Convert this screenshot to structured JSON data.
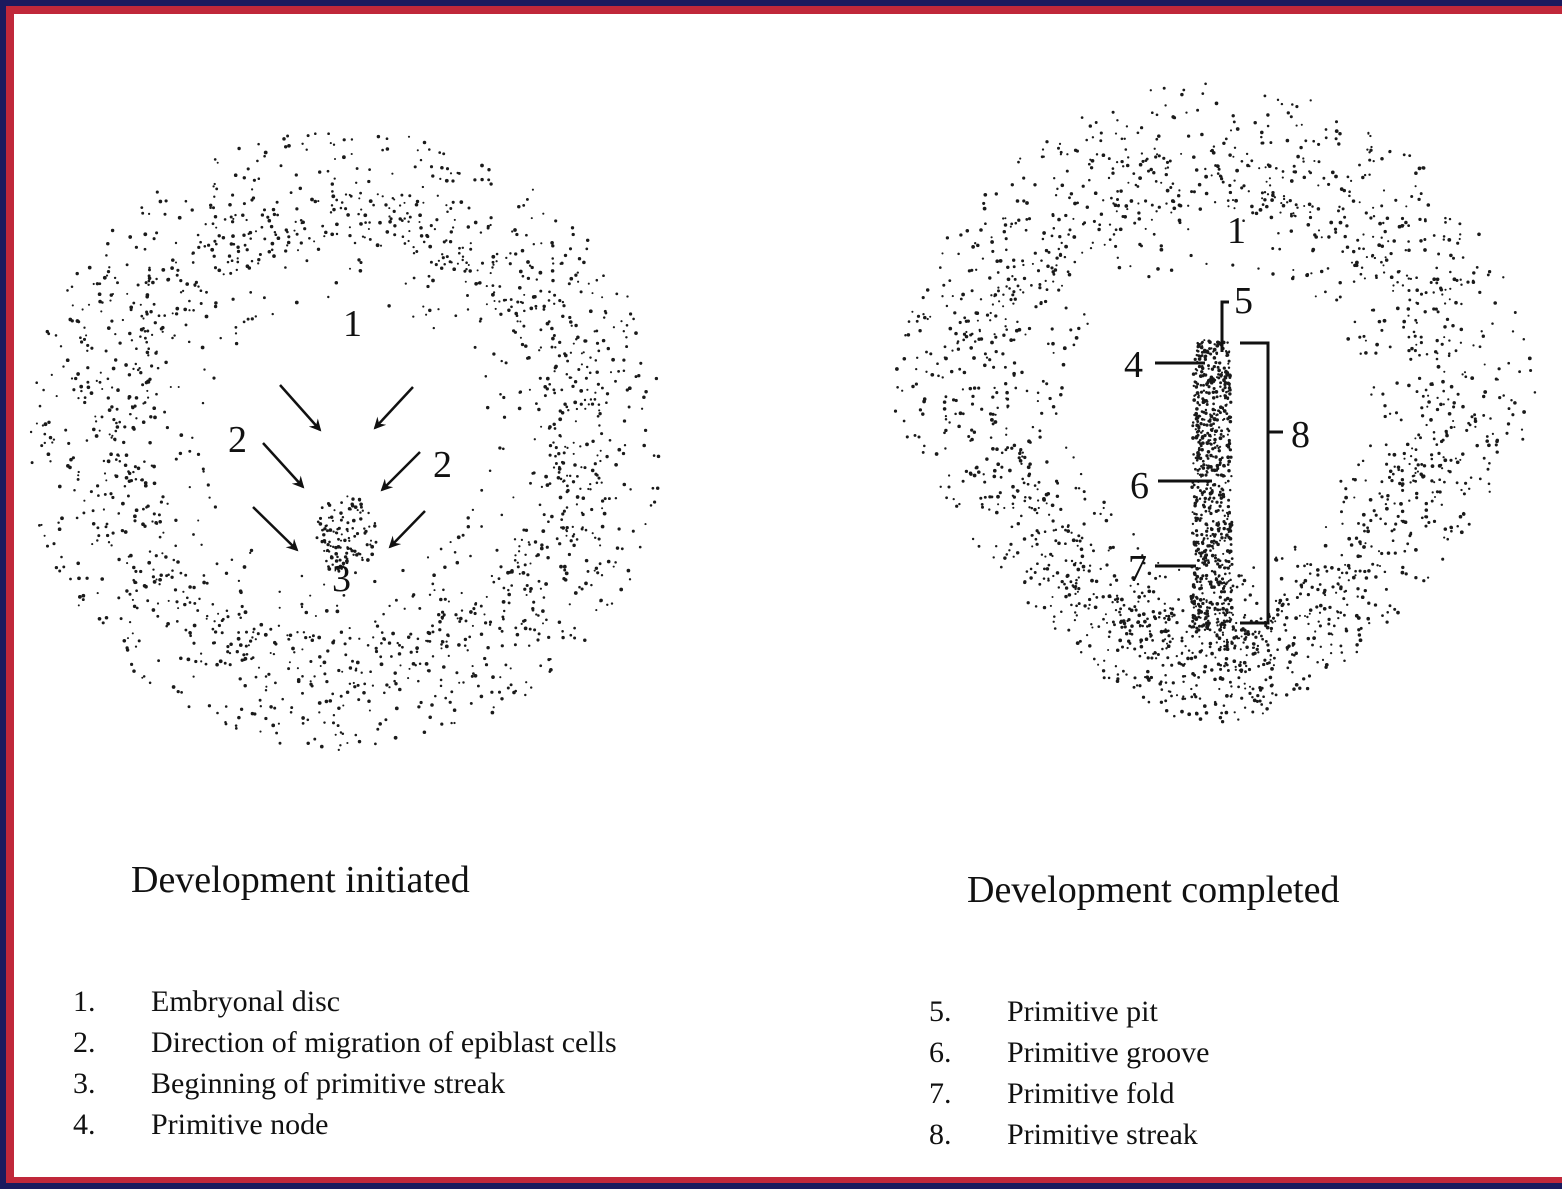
{
  "left_diagram": {
    "caption": "Development initiated",
    "labels": {
      "disc": "1",
      "migration_left": "2",
      "migration_right": "2",
      "streak_start": "3"
    },
    "legend": [
      {
        "num": "1.",
        "text": "Embryonal disc"
      },
      {
        "num": "2.",
        "text": "Direction of migration of epiblast cells"
      },
      {
        "num": "3.",
        "text": "Beginning of primitive streak"
      },
      {
        "num": "4.",
        "text": "Primitive node"
      }
    ]
  },
  "right_diagram": {
    "caption": "Development completed",
    "labels": {
      "disc": "1",
      "node": "4",
      "pit": "5",
      "groove": "6",
      "fold": "7",
      "streak": "8"
    },
    "legend": [
      {
        "num": "5.",
        "text": "Primitive pit"
      },
      {
        "num": "6.",
        "text": "Primitive groove"
      },
      {
        "num": "7.",
        "text": "Primitive fold"
      },
      {
        "num": "8.",
        "text": "Primitive streak"
      }
    ]
  },
  "colors": {
    "frame_outer": "#1a1a5e",
    "frame_inner": "#c0283a",
    "ink": "#111111"
  }
}
